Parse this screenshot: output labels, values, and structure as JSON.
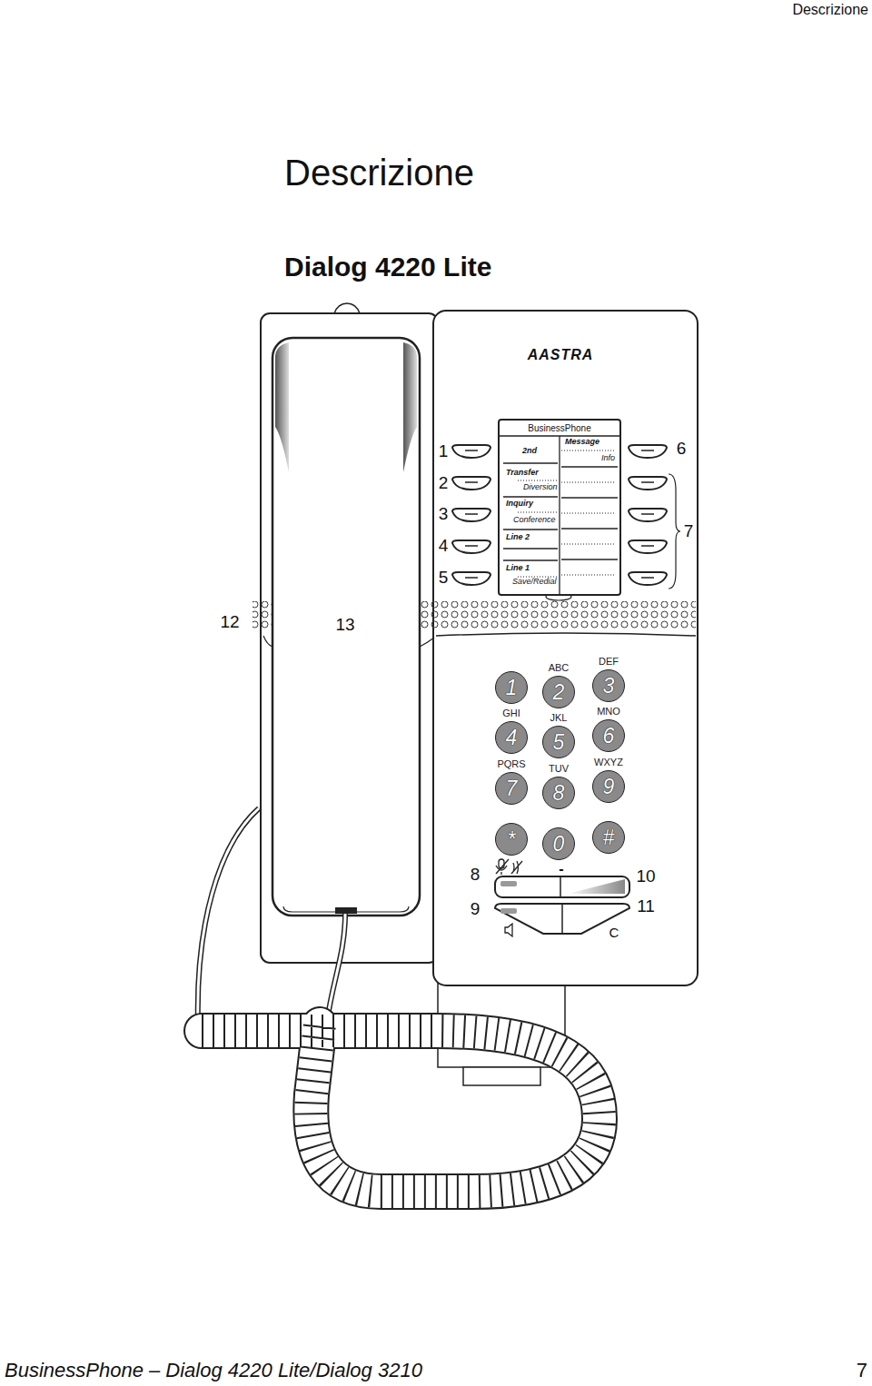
{
  "diagram": {
    "title": "Descrizione",
    "nodes": [
      {
        "text": [
          "BusinessPhone",
          "2nd",
          "Message",
          "Info",
          "Transfer",
          "Diversion",
          "Inquiry",
          "Conference",
          "Line 2",
          "Line 1",
          "Save/Redial"
        ]
      },
      {
        "text": [
          "1"
        ]
      },
      {
        "text": [
          "ABC",
          "2"
        ]
      },
      {
        "text": [
          "DEF",
          "3"
        ]
      },
      {
        "text": [
          "GHI",
          "4"
        ]
      },
      {
        "text": [
          "JKL",
          "5"
        ]
      },
      {
        "text": [
          "MNO",
          "6"
        ]
      },
      {
        "text": [
          "PQRS",
          "7"
        ]
      },
      {
        "text": [
          "TUV",
          "8"
        ]
      },
      {
        "text": [
          "WXYZ",
          "9"
        ]
      },
      {
        "text": [
          "*"
        ]
      },
      {
        "text": [
          "0"
        ]
      },
      {
        "text": [
          "#"
        ]
      }
    ],
    "labels": [
      "Descrizione",
      "Dialog 4220 Lite",
      "AASTRA",
      "1",
      "2",
      "3",
      "4",
      "5",
      "6",
      "7",
      "12",
      "13",
      "8",
      "9",
      "10",
      "11",
      "-",
      "C",
      "BusinessPhone – Dialog 4220 Lite/Dialog 3210",
      "7"
    ]
  }
}
